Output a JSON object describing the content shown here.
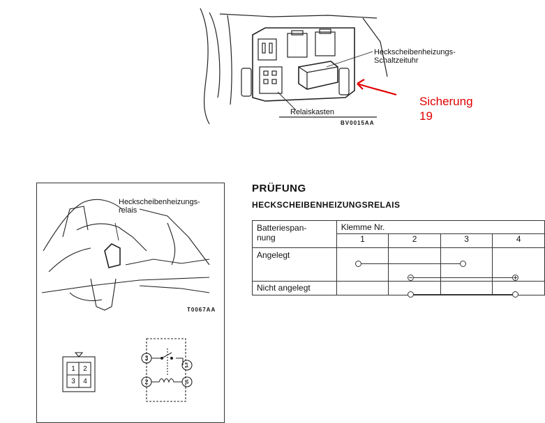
{
  "fusebox_figure": {
    "label_timer": "Heckscheibenheizungs-\nSchaltzeituhr",
    "label_timer_line1": "Heckscheibenheizungs-",
    "label_timer_line2": "Schaltzeituhr",
    "label_box": "Relaiskasten",
    "code": "BV0015AA",
    "annotation_line1": "Sicherung",
    "annotation_line2": "19",
    "annotation_color": "#e00000"
  },
  "relay_figure": {
    "label_line1": "Heckscheibenheizungs-",
    "label_line2": "relais",
    "code": "T0067AA",
    "connector_pins": [
      "1",
      "2",
      "3",
      "4"
    ],
    "circuit_terminals": [
      "3",
      "1",
      "2",
      "4"
    ]
  },
  "section": {
    "title": "PRÜFUNG",
    "subtitle": "HECKSCHEIBENHEIZUNGSRELAIS"
  },
  "test_table": {
    "col1_header_line1": "Batteriespan-",
    "col1_header_line2": "nung",
    "group_header": "Klemme Nr.",
    "terminals": [
      "1",
      "2",
      "3",
      "4"
    ],
    "rows": [
      {
        "label": "Angelegt"
      },
      {
        "label": "Nicht angelegt"
      }
    ]
  }
}
